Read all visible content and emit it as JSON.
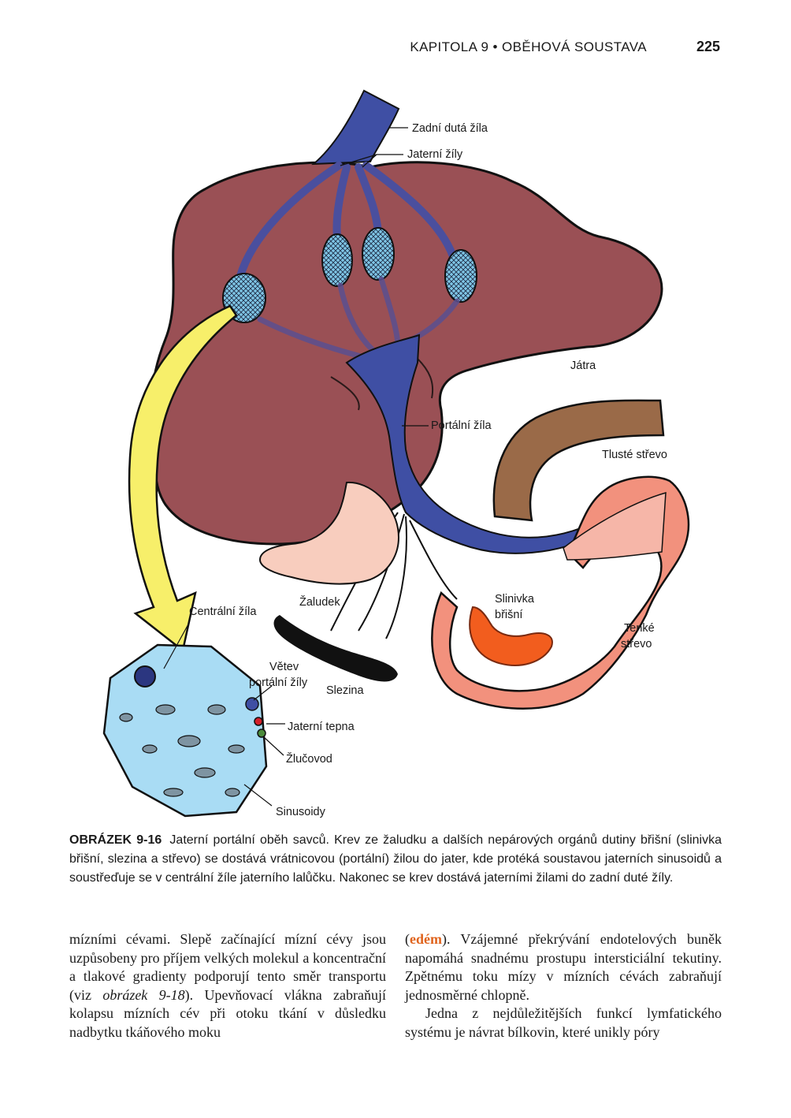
{
  "header": {
    "chapter": "KAPITOLA 9 • OBĚHOVÁ SOUSTAVA",
    "page_number": "225"
  },
  "figure": {
    "labels": {
      "vena_cava": "Zadní dutá žíla",
      "hepatic_veins": "Jaterní žíly",
      "liver": "Játra",
      "portal_vein": "Portální žíla",
      "large_intestine": "Tlusté střevo",
      "stomach": "Žaludek",
      "pancreas_1": "Slinivka",
      "pancreas_2": "břišní",
      "small_intestine_1": "Tenké",
      "small_intestine_2": "střevo",
      "spleen": "Slezina",
      "central_vein": "Centrální žíla",
      "portal_branch_1": "Větev",
      "portal_branch_2": "portální žíly",
      "hepatic_artery": "Jaterní tepna",
      "bile_duct": "Žlučovod",
      "sinusoids": "Sinusoidy"
    },
    "colors": {
      "liver": "#9a5055",
      "vein": "#3f4fa4",
      "arrow": "#f7ef6a",
      "lobule": "#a9dcf4",
      "large_intestine": "#9a6a48",
      "small_intestine": "#f2917d",
      "pancreas": "#f25d1e",
      "stomach": "#f8cdbe",
      "spleen": "#111111"
    }
  },
  "caption": {
    "label": "OBRÁZEK 9-16",
    "text": "Jaterní portální oběh savců. Krev ze žaludku a dalších nepárových orgánů dutiny břišní (slinivka břišní, slezina a střevo) se dostává vrátnicovou (portální) žilou do jater, kde protéká soustavou jaterních sinusoidů a soustřeďuje se v centrální žíle jaterního lalůčku. Nakonec se krev dostává jaterními žilami do zadní duté žíly."
  },
  "body": {
    "left_column": {
      "part1": "mízními cévami. Slepě začínající mízní cévy jsou uzpůsobeny pro příjem velkých molekul a koncentrační a tlakové gradienty podporují tento směr transportu (viz ",
      "ref": "obrázek 9-18",
      "part2": "). Upevňovací vlákna zabraňují kolapsu mízních cév při otoku tkání v důsledku nadbytku tkáňového moku"
    },
    "right_column": {
      "p1_open": "(",
      "term": "edém",
      "p1_rest": "). Vzájemné překrývání endotelových buněk napomáhá snadnému prostupu intersticiální tekutiny. Zpětnému toku mízy v mízních cévách zabraňují jednosměrné chlopně.",
      "p2": "Jedna z nejdůležitějších funkcí lymfatického systému je návrat bílkovin, které unikly póry"
    }
  }
}
